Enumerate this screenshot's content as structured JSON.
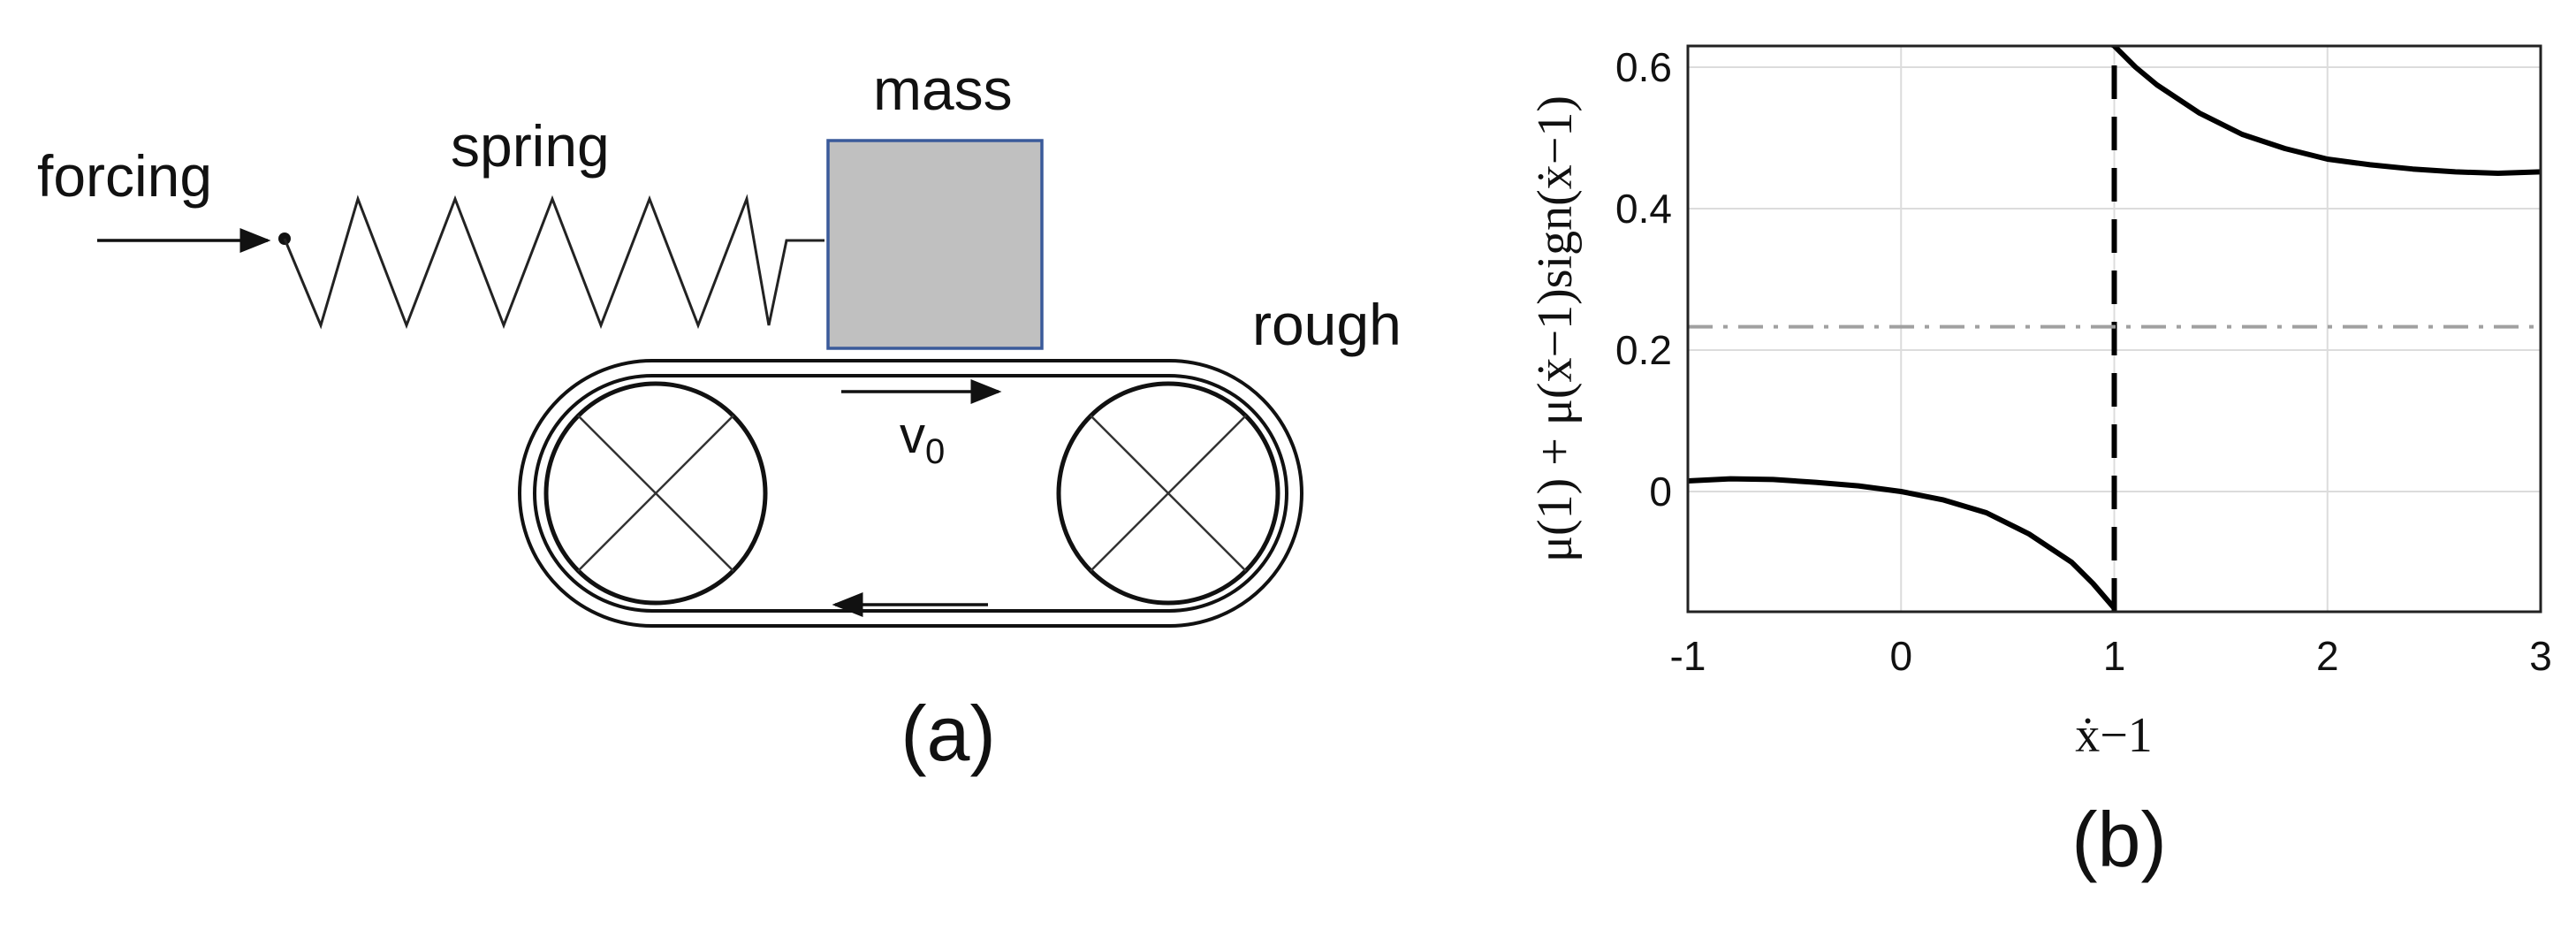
{
  "panel_a": {
    "forcing_label": "forcing",
    "spring_label": "spring",
    "mass_label": "mass",
    "rough_label": "rough",
    "velocity_symbol": "v",
    "velocity_subscript": "0",
    "caption": "(a)",
    "mass_fill_color": "#c0c0c0",
    "mass_stroke_color": "#3a5a9a"
  },
  "panel_b": {
    "caption": "(b)"
  },
  "chart_data": {
    "type": "line",
    "xlabel": "ẋ−1",
    "ylabel": "μ(1) + μ(ẋ−1)sign(ẋ−1)",
    "xlim": [
      -1,
      3
    ],
    "ylim": [
      -0.17,
      0.63
    ],
    "xticks": [
      -1,
      0,
      1,
      2,
      3
    ],
    "xtick_labels": [
      "-1",
      "0",
      "1",
      "2",
      "3"
    ],
    "yticks": [
      0,
      0.2,
      0.4,
      0.6
    ],
    "ytick_labels": [
      "0",
      "0.2",
      "0.4",
      "0.6"
    ],
    "grid": true,
    "series": [
      {
        "style": "solid",
        "color": "#000000",
        "x": [
          -1,
          -0.8,
          -0.6,
          -0.4,
          -0.2,
          0,
          0.2,
          0.4,
          0.6,
          0.8,
          0.9,
          1
        ],
        "y": [
          0.015,
          0.018,
          0.017,
          0.013,
          0.008,
          0.0,
          -0.012,
          -0.03,
          -0.06,
          -0.1,
          -0.13,
          -0.165
        ]
      },
      {
        "style": "solid",
        "color": "#000000",
        "x": [
          1,
          1.1,
          1.2,
          1.4,
          1.6,
          1.8,
          2,
          2.2,
          2.4,
          2.6,
          2.8,
          3
        ],
        "y": [
          0.63,
          0.6,
          0.575,
          0.535,
          0.505,
          0.485,
          0.47,
          0.462,
          0.456,
          0.452,
          0.45,
          0.452
        ]
      },
      {
        "style": "dashed",
        "color": "#000000",
        "x": [
          1,
          1
        ],
        "y": [
          -0.17,
          0.63
        ]
      },
      {
        "style": "dashdot",
        "color": "#a0a0a0",
        "x": [
          -1,
          3
        ],
        "y": [
          0.233,
          0.233
        ]
      }
    ]
  }
}
